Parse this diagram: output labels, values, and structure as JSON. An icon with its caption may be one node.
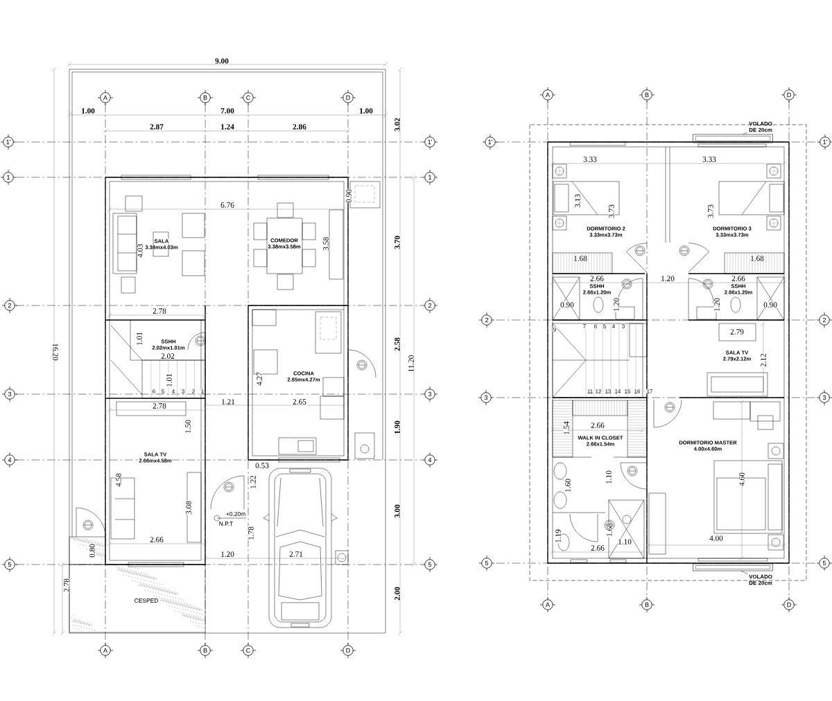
{
  "diagram": {
    "nodes": [
      {
        "text": [
          "VOLADO DE 20cm"
        ]
      },
      {
        "text": [],
        "shape": "box"
      },
      {
        "text": [],
        "shape": "box"
      },
      {
        "text": [
          "VOLADO DE 20cm"
        ]
      }
    ],
    "edges": [
      {
        "from": 0,
        "to": 1,
        "arrow": "none"
      },
      {
        "from": 3,
        "to": 2,
        "arrow": "none"
      }
    ],
    "labels": [
      "9.00",
      "A",
      "B",
      "C",
      "D",
      "1.00",
      "7.00",
      "1.00",
      "3.02",
      "2.87",
      "1.24",
      "2.86",
      "1'",
      "1'",
      "1",
      "1",
      "0.90",
      "6.76",
      "4.03",
      "SALA",
      "3.38mx4.03m",
      "COMEDOR",
      "3.38mx3.58m",
      "3.58",
      "3.70",
      "2",
      "2",
      "2.78",
      "1.01",
      "SSHH",
      "2.02mx1.01m",
      "2.02",
      "16.20",
      "2.58",
      "11.20",
      "1.01",
      "4.27",
      "COCINA",
      "2.65mx4.27m",
      "6",
      "5",
      "4",
      "3",
      "2",
      "1",
      "3",
      "3",
      "2.78",
      "1.21",
      "2.65",
      "1.50",
      "1.90",
      "4",
      "SALA TV",
      "2.66mx4.58m",
      "4",
      "0.53",
      "4.58",
      "1.22",
      "3.08",
      "3.00",
      "+0.20m",
      "N.P.T",
      "1.78",
      "2.66",
      "0.80",
      "1.20",
      "2.71",
      "5",
      "5",
      "2.78",
      "CESPED",
      "2.00",
      "A",
      "B",
      "C",
      "D",
      "A",
      "B",
      "D",
      "1'",
      "1'",
      "3.33",
      "3.33",
      "3.13",
      "3.73",
      "3.73",
      "DORMITORIO 2",
      "DORMITORIO 3",
      "3.33mx3.73m",
      "3.33mx3.73m",
      "1.68",
      "1.68",
      "2.66",
      "1.20",
      "2.66",
      "SSHH",
      "2.66x1.20m",
      "SSHH",
      "2.66x1.20m",
      "1.20",
      "1.20",
      "0.90",
      "0.90",
      "2",
      "2",
      "9",
      "7",
      "6",
      "5",
      "4",
      "3",
      "2.79",
      "SALA TV",
      "2.79x2.12m",
      "2.12",
      "11",
      "12",
      "13",
      "14",
      "15",
      "16",
      "17",
      "3",
      "3",
      "2.66",
      "1.54",
      "WALK IN CLOSET",
      "2.66x1.54m",
      "DORMITORIO MASTER",
      "4.00x4.60m",
      "1.10",
      "4.60",
      "1.60",
      "1.68",
      "1.19",
      "4.00",
      "1.10",
      "2.66",
      "5",
      "5",
      "A",
      "B",
      "D"
    ]
  }
}
